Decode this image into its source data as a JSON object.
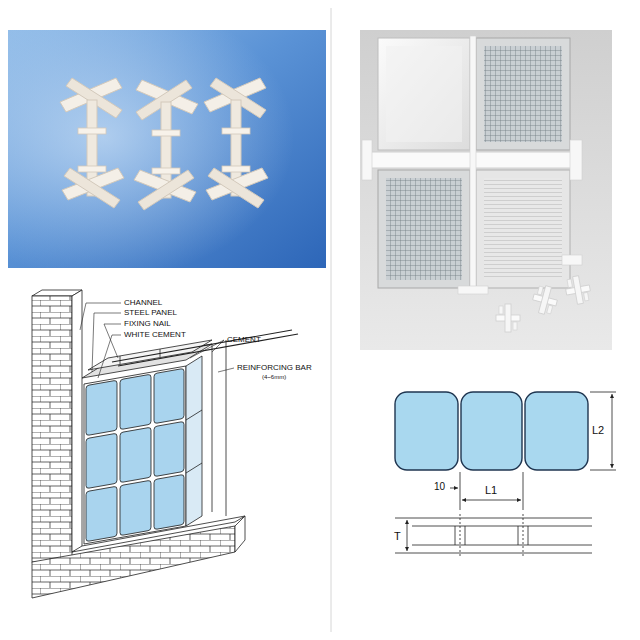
{
  "diagram": {
    "labels": [
      "CHANNEL",
      "STEEL PANEL",
      "FIXING NAIL",
      "WHITE CEMENT",
      "CEMENT",
      "REINFORCING BAR",
      "(4~6mm)",
      "L2",
      "L1",
      "10",
      "T"
    ]
  }
}
